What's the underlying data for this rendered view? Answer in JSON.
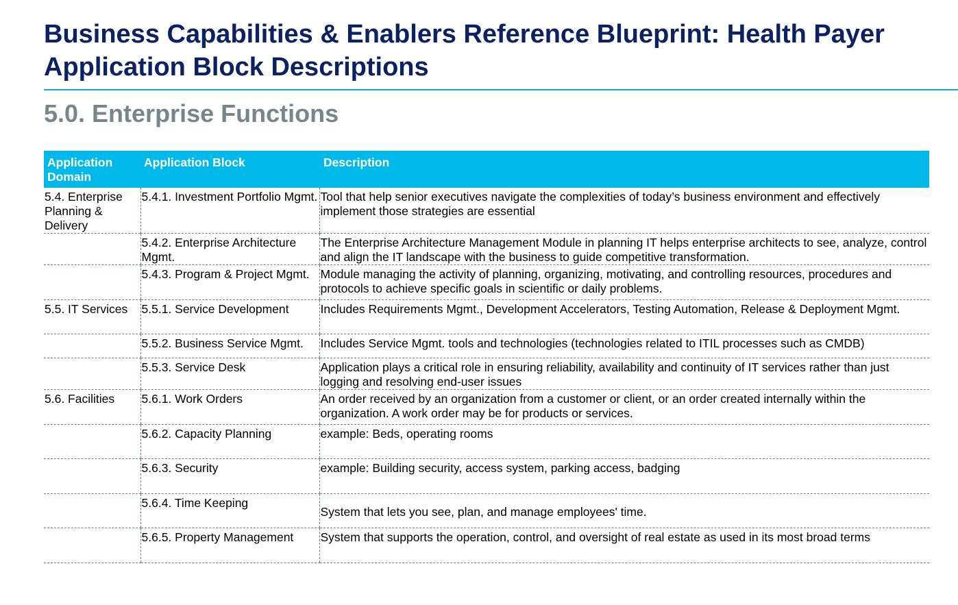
{
  "header": {
    "title_line1": "Business Capabilities & Enablers Reference Blueprint: Health Payer",
    "title_line2": "Application Block Descriptions",
    "section_title": "5.0. Enterprise Functions"
  },
  "colors": {
    "title": "#0a2164",
    "rule": "#12a7d8",
    "section": "#76868a",
    "table_header_bg": "#00b9eb",
    "table_header_text": "#ffffff",
    "divider": "#6b8186"
  },
  "table": {
    "headers": {
      "domain": "Application Domain",
      "block": "Application Block",
      "description": "Description"
    },
    "rows": [
      {
        "domain": "5.4. Enterprise Planning & Delivery",
        "block": "5.4.1. Investment Portfolio Mgmt.",
        "description": "Tool that help senior executives navigate the complexities of today’s business environment and effectively implement those strategies are essential"
      },
      {
        "domain": "",
        "block": "5.4.2. Enterprise Architecture Mgmt.",
        "description": "The Enterprise Architecture Management Module in planning IT helps enterprise architects to see, analyze, control and align the IT landscape with the business to guide competitive transformation."
      },
      {
        "domain": "",
        "block": "5.4.3. Program & Project Mgmt.",
        "description": "Module managing the activity of planning, organizing, motivating, and controlling resources, procedures and protocols to achieve specific goals in scientific or daily problems."
      },
      {
        "domain": "5.5. IT Services",
        "block": "5.5.1. Service Development",
        "description": "Includes Requirements Mgmt., Development Accelerators, Testing Automation, Release & Deployment Mgmt."
      },
      {
        "domain": "",
        "block": "5.5.2. Business Service Mgmt.",
        "description": "Includes Service Mgmt. tools and technologies (technologies related to ITIL processes such as CMDB)"
      },
      {
        "domain": "",
        "block": "5.5.3. Service Desk",
        "description": "Application plays a critical role in ensuring reliability, availability and continuity of IT services rather than just logging and resolving end-user issues"
      },
      {
        "domain": "5.6. Facilities",
        "block": "5.6.1. Work Orders",
        "description": "An order received by an organization from a customer or client, or an order created internally within the organization. A work order may be for products or services."
      },
      {
        "domain": "",
        "block": "5.6.2. Capacity Planning",
        "description": "example:  Beds, operating rooms"
      },
      {
        "domain": "",
        "block": "5.6.3. Security",
        "description": "example:  Building security, access system, parking access, badging"
      },
      {
        "domain": "",
        "block": "5.6.4. Time Keeping",
        "description": "System that lets you see, plan, and manage employees' time."
      },
      {
        "domain": "",
        "block": "5.6.5. Property Management",
        "description": "System that supports the operation, control, and oversight of real estate as used in its most broad terms"
      }
    ]
  }
}
